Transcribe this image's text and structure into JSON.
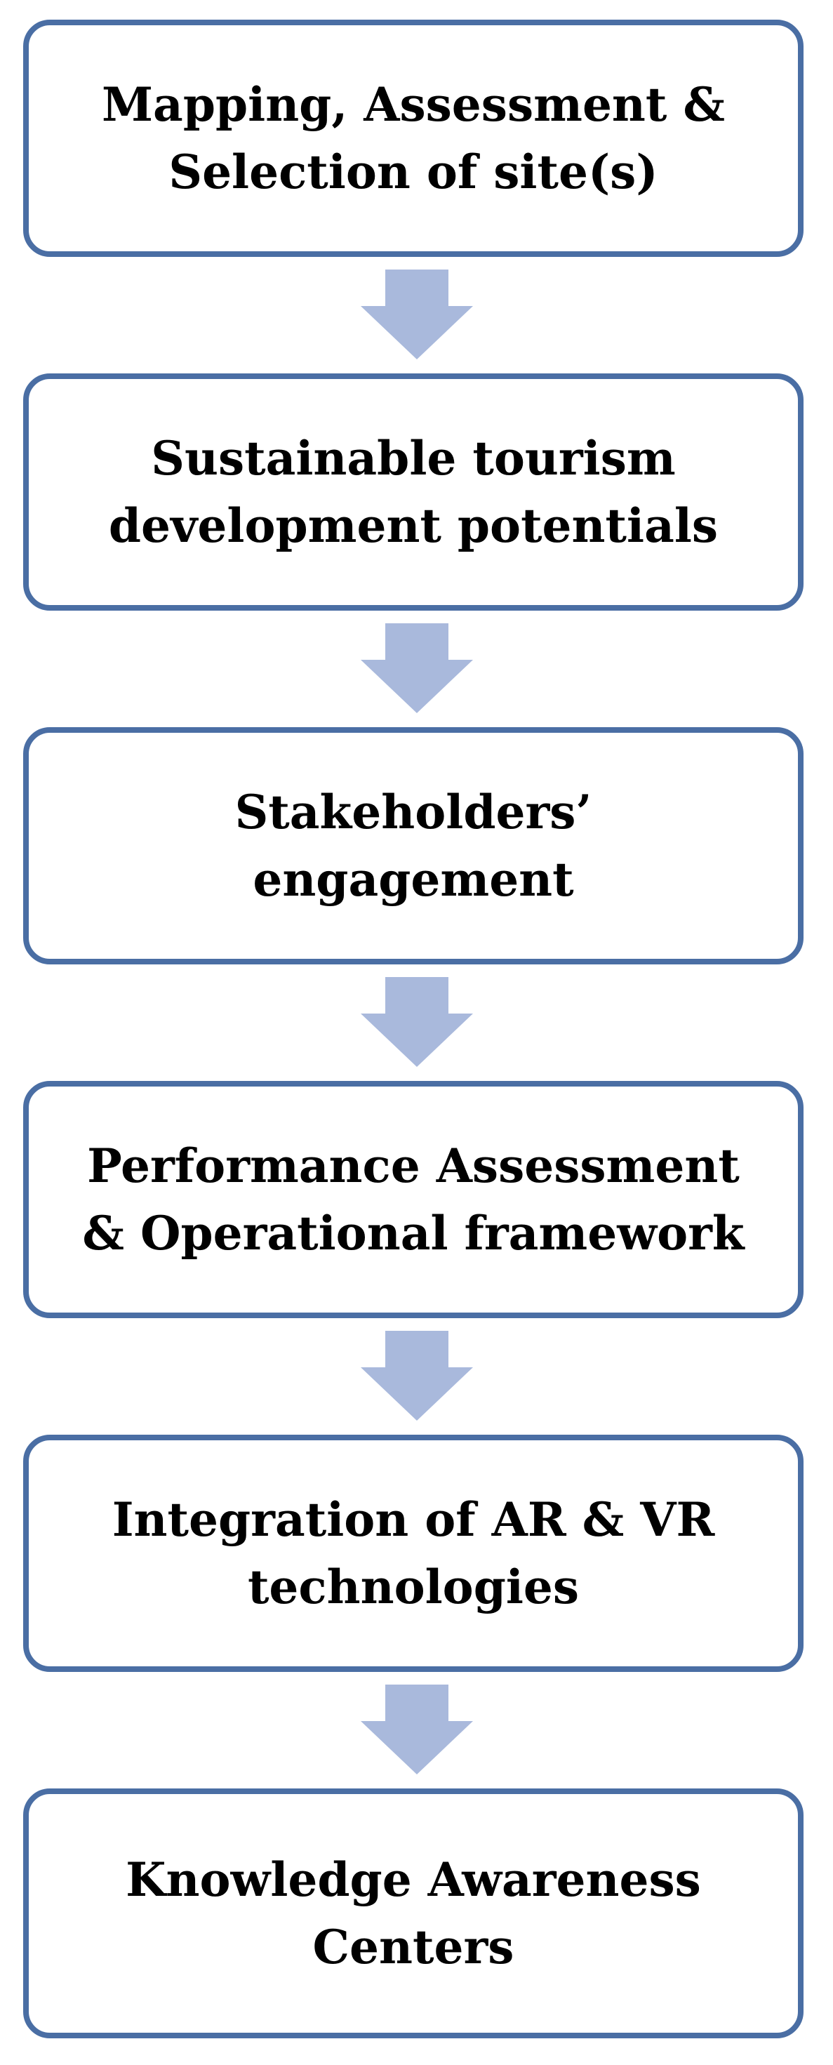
{
  "flowchart": {
    "steps": [
      {
        "label": "Mapping, Assessment  &\nSelection of site(s)"
      },
      {
        "label": "Sustainable tourism\ndevelopment potentials"
      },
      {
        "label": "Stakeholders’\nengagement"
      },
      {
        "label": "Performance Assessment\n& Operational framework"
      },
      {
        "label": "Integration of AR & VR\ntechnologies"
      },
      {
        "label": "Knowledge Awareness\nCenters"
      }
    ],
    "box_border_color": "#4a6ea4",
    "arrow_color": "#a9b9dc",
    "arrow_icon": "down-arrow-icon"
  }
}
